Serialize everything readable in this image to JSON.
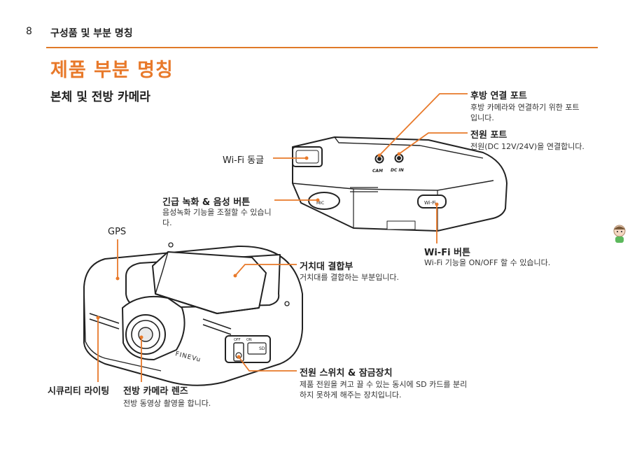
{
  "header": {
    "page_number": "8",
    "section": "구성품 및 부분 명칭"
  },
  "title": "제품 부분 명칭",
  "subtitle": "본체 및 전방 카메라",
  "device": {
    "brand_text": "FINEVu",
    "cam_port": "CAM",
    "dc_port": "DC IN",
    "wifi_button_text": "Wi-Fi",
    "mic_text": "MIC",
    "switch_off": "OFF",
    "switch_on": "ON",
    "sd_text": "SD"
  },
  "labels": {
    "rear_port": {
      "title": "후방 연결 포트",
      "desc": "후방 카메라와 연결하기 위한 포트입니다."
    },
    "power_port": {
      "title": "전원 포트",
      "desc": "전원(DC 12V/24V)을 연결합니다."
    },
    "wifi_dongle": {
      "title": "Wi-Fi 동글"
    },
    "emergency": {
      "title": "긴급 녹화 & 음성 버튼",
      "desc": "음성녹화 기능을 조절할 수 있습니다."
    },
    "gps": {
      "title": "GPS"
    },
    "wifi_button": {
      "title": "Wi-Fi 버튼",
      "desc": "Wi-Fi 기능을 ON/OFF 할 수 있습니다."
    },
    "mount": {
      "title": "거치대 결합부",
      "desc": "거치대를 결합하는 부분입니다."
    },
    "power_switch": {
      "title": "전원 스위치 & 잠금장치",
      "desc": "제품 전원을 켜고 끌 수 있는 동시에 SD 카드를 분리하지 못하게 해주는 장치입니다."
    },
    "security_light": {
      "title": "시큐리티 라이팅"
    },
    "front_lens": {
      "title": "전방 카메라 렌즈",
      "desc": "전방 동영상 촬영을 합니다."
    }
  },
  "colors": {
    "accent": "#e8792a",
    "rule": "#e07a28",
    "text": "#222222"
  },
  "icons": {
    "side_tab": "character-face-icon"
  }
}
